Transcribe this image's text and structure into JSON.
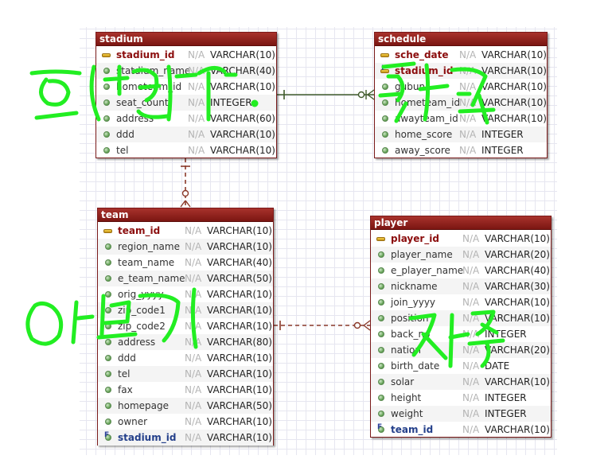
{
  "entities": {
    "stadium": {
      "name": "stadium",
      "columns": [
        {
          "name": "stadium_id",
          "null": "N/A",
          "type": "VARCHAR(10)",
          "kind": "pk"
        },
        {
          "name": "statdium_name",
          "null": "N/A",
          "type": "VARCHAR(40)",
          "kind": "col"
        },
        {
          "name": "hometeam_id",
          "null": "N/A",
          "type": "VARCHAR(10)",
          "kind": "col"
        },
        {
          "name": "seat_count",
          "null": "N/A",
          "type": "INTEGER",
          "kind": "col"
        },
        {
          "name": "address",
          "null": "N/A",
          "type": "VARCHAR(60)",
          "kind": "col"
        },
        {
          "name": "ddd",
          "null": "N/A",
          "type": "VARCHAR(10)",
          "kind": "col"
        },
        {
          "name": "tel",
          "null": "N/A",
          "type": "VARCHAR(10)",
          "kind": "col"
        }
      ]
    },
    "schedule": {
      "name": "schedule",
      "columns": [
        {
          "name": "sche_date",
          "null": "N/A",
          "type": "VARCHAR(10)",
          "kind": "pk"
        },
        {
          "name": "stadium_id",
          "null": "N/A",
          "type": "VARCHAR(10)",
          "kind": "pkfk"
        },
        {
          "name": "gubun",
          "null": "N/A",
          "type": "VARCHAR(10)",
          "kind": "col"
        },
        {
          "name": "hometeam_id",
          "null": "N/A",
          "type": "VARCHAR(10)",
          "kind": "col"
        },
        {
          "name": "awayteam_id",
          "null": "N/A",
          "type": "VARCHAR(10)",
          "kind": "col"
        },
        {
          "name": "home_score",
          "null": "N/A",
          "type": "INTEGER",
          "kind": "col"
        },
        {
          "name": "away_score",
          "null": "N/A",
          "type": "INTEGER",
          "kind": "col"
        }
      ]
    },
    "team": {
      "name": "team",
      "columns": [
        {
          "name": "team_id",
          "null": "N/A",
          "type": "VARCHAR(10)",
          "kind": "pk"
        },
        {
          "name": "region_name",
          "null": "N/A",
          "type": "VARCHAR(10)",
          "kind": "col"
        },
        {
          "name": "team_name",
          "null": "N/A",
          "type": "VARCHAR(40)",
          "kind": "col"
        },
        {
          "name": "e_team_name",
          "null": "N/A",
          "type": "VARCHAR(50)",
          "kind": "col"
        },
        {
          "name": "orig_yyyy",
          "null": "N/A",
          "type": "VARCHAR(10)",
          "kind": "col"
        },
        {
          "name": "zip_code1",
          "null": "N/A",
          "type": "VARCHAR(10)",
          "kind": "col"
        },
        {
          "name": "zip_code2",
          "null": "N/A",
          "type": "VARCHAR(10)",
          "kind": "col"
        },
        {
          "name": "address",
          "null": "N/A",
          "type": "VARCHAR(80)",
          "kind": "col"
        },
        {
          "name": "ddd",
          "null": "N/A",
          "type": "VARCHAR(10)",
          "kind": "col"
        },
        {
          "name": "tel",
          "null": "N/A",
          "type": "VARCHAR(10)",
          "kind": "col"
        },
        {
          "name": "fax",
          "null": "N/A",
          "type": "VARCHAR(10)",
          "kind": "col"
        },
        {
          "name": "homepage",
          "null": "N/A",
          "type": "VARCHAR(50)",
          "kind": "col"
        },
        {
          "name": "owner",
          "null": "N/A",
          "type": "VARCHAR(10)",
          "kind": "col"
        },
        {
          "name": "stadium_id",
          "null": "N/A",
          "type": "VARCHAR(10)",
          "kind": "fk"
        }
      ]
    },
    "player": {
      "name": "player",
      "columns": [
        {
          "name": "player_id",
          "null": "N/A",
          "type": "VARCHAR(10)",
          "kind": "pk"
        },
        {
          "name": "player_name",
          "null": "N/A",
          "type": "VARCHAR(20)",
          "kind": "col"
        },
        {
          "name": "e_player_name",
          "null": "N/A",
          "type": "VARCHAR(40)",
          "kind": "col"
        },
        {
          "name": "nickname",
          "null": "N/A",
          "type": "VARCHAR(30)",
          "kind": "col"
        },
        {
          "name": "join_yyyy",
          "null": "N/A",
          "type": "VARCHAR(10)",
          "kind": "col"
        },
        {
          "name": "position",
          "null": "N/A",
          "type": "VARCHAR(10)",
          "kind": "col"
        },
        {
          "name": "back_no",
          "null": "N/A",
          "type": "INTEGER",
          "kind": "col"
        },
        {
          "name": "nation",
          "null": "N/A",
          "type": "VARCHAR(20)",
          "kind": "col"
        },
        {
          "name": "birth_date",
          "null": "N/A",
          "type": "DATE",
          "kind": "col"
        },
        {
          "name": "solar",
          "null": "N/A",
          "type": "VARCHAR(10)",
          "kind": "col"
        },
        {
          "name": "height",
          "null": "N/A",
          "type": "INTEGER",
          "kind": "col"
        },
        {
          "name": "weight",
          "null": "N/A",
          "type": "INTEGER",
          "kind": "col"
        },
        {
          "name": "team_id",
          "null": "N/A",
          "type": "VARCHAR(10)",
          "kind": "fk"
        }
      ]
    }
  },
  "relationships": [
    {
      "from": "stadium",
      "to": "schedule",
      "style": "identifying"
    },
    {
      "from": "stadium",
      "to": "team",
      "style": "non-identifying"
    },
    {
      "from": "team",
      "to": "player",
      "style": "non-identifying"
    }
  ],
  "colors": {
    "header": "#8b1e1a",
    "identifying_line": "#3f5a2a",
    "non_identifying_line": "#8b3a2a",
    "handwriting": "#22ee22"
  }
}
